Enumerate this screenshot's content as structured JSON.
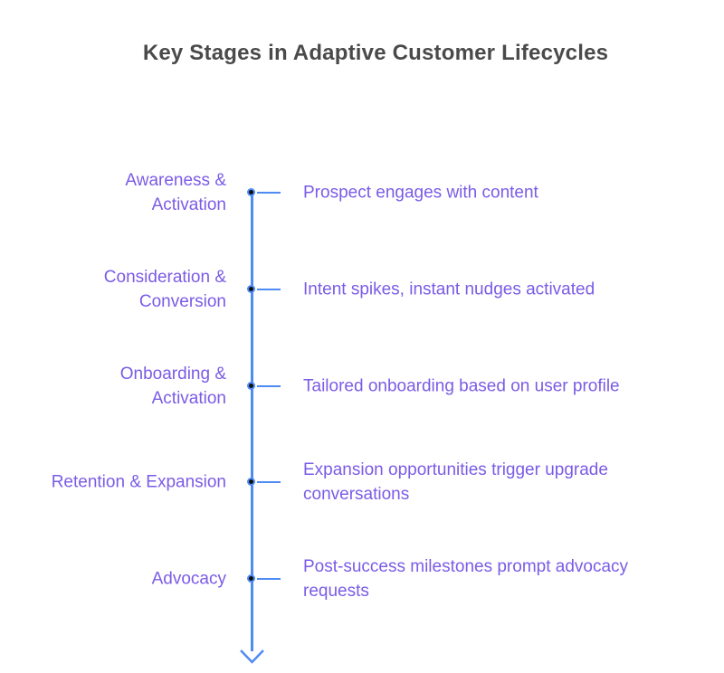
{
  "title": "Key Stages in Adaptive Customer Lifecycles",
  "colors": {
    "stage_text": "#7a5ce6",
    "timeline_blue": "#4e8bf5",
    "title_text": "#4a4a4a",
    "dot_core": "#111111",
    "background": "#ffffff"
  },
  "timeline": {
    "direction": "down",
    "arrowhead": "chevron-down"
  },
  "stages": [
    {
      "label": "Awareness &\nActivation",
      "description": "Prospect engages with content"
    },
    {
      "label": "Consideration &\nConversion",
      "description": "Intent spikes, instant nudges activated"
    },
    {
      "label": "Onboarding &\nActivation",
      "description": "Tailored onboarding based on user profile"
    },
    {
      "label": "Retention & Expansion",
      "description": "Expansion opportunities trigger upgrade\nconversations"
    },
    {
      "label": "Advocacy",
      "description": "Post-success milestones prompt advocacy\nrequests"
    }
  ]
}
